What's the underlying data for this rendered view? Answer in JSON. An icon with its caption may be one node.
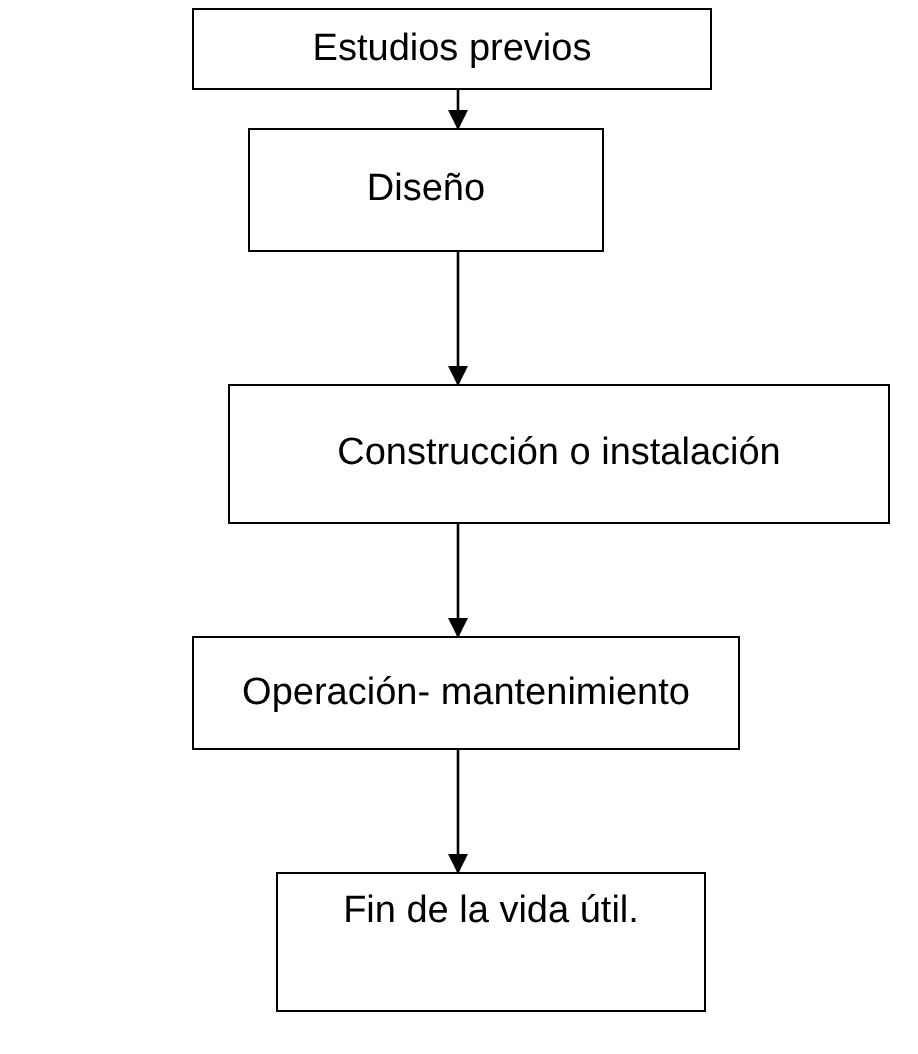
{
  "diagram": {
    "nodes": [
      {
        "text": [
          "Estudios previos"
        ]
      },
      {
        "text": [
          "Diseño"
        ]
      },
      {
        "text": [
          "Construcción o instalación"
        ]
      },
      {
        "text": [
          "Operación- mantenimiento"
        ]
      },
      {
        "text": [
          "Fin de la vida útil."
        ]
      }
    ],
    "edges": [
      {
        "from": 0,
        "to": 1,
        "arrow": "to"
      },
      {
        "from": 1,
        "to": 2,
        "arrow": "to"
      },
      {
        "from": 2,
        "to": 3,
        "arrow": "to"
      },
      {
        "from": 3,
        "to": 4,
        "arrow": "to"
      }
    ]
  }
}
